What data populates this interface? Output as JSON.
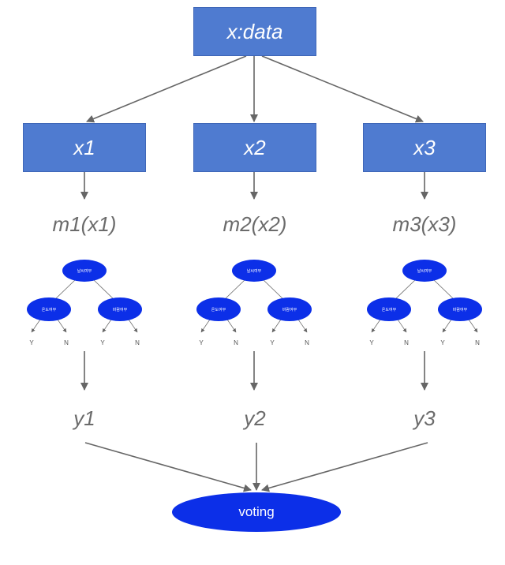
{
  "root": {
    "label": "x:data"
  },
  "branches": [
    {
      "input": "x1",
      "model": "m1(x1)",
      "output": "y1"
    },
    {
      "input": "x2",
      "model": "m2(x2)",
      "output": "y2"
    },
    {
      "input": "x3",
      "model": "m3(x3)",
      "output": "y3"
    }
  ],
  "tree": {
    "root_text": "날씨여부",
    "left_text": "온도여부",
    "right_text": "바람여부",
    "leaves": [
      "Y",
      "N",
      "Y",
      "N"
    ]
  },
  "combiner": {
    "label": "voting"
  },
  "colors": {
    "box_fill": "#4f7bd0",
    "node_fill": "#0c2fe8",
    "arrow": "#666666",
    "label_text": "#6b6b6b"
  }
}
